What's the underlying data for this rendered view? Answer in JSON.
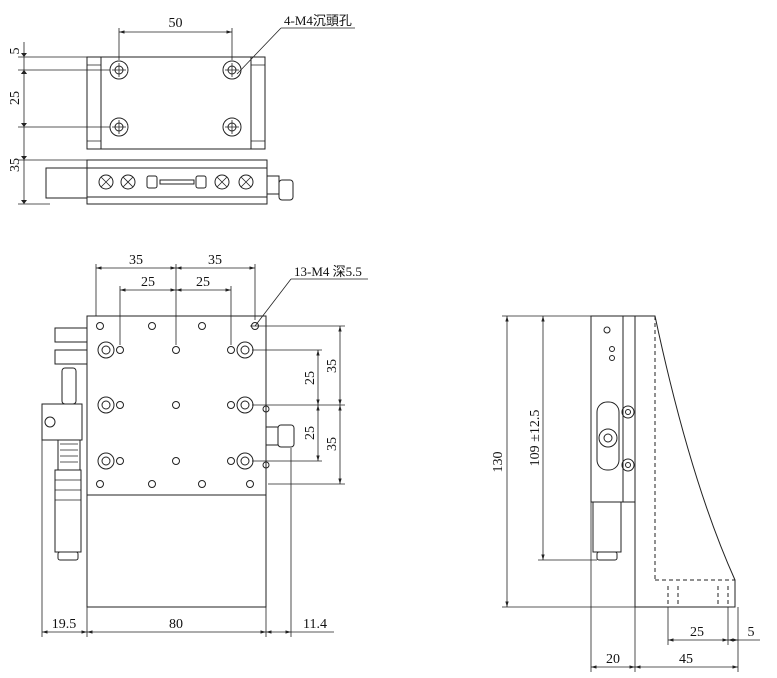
{
  "top_view": {
    "dim_width": "50",
    "dim_top_offset": "5",
    "dim_hole_pitch": "25",
    "dim_base_height": "35",
    "callout": "4-M4沉頭孔"
  },
  "front_view": {
    "dim_outer_left": "35",
    "dim_outer_right": "35",
    "dim_inner_left": "25",
    "dim_inner_right": "25",
    "dim_right_outer_upper": "35",
    "dim_right_inner_upper": "25",
    "dim_right_outer_lower": "35",
    "dim_right_inner_lower": "25",
    "dim_micrometer": "19.5",
    "dim_base_width": "80",
    "dim_knob": "11.4",
    "callout": "13-M4 深5.5"
  },
  "side_view": {
    "dim_total_height": "130",
    "dim_travel": "109 ±12.5",
    "dim_bottom_inner": "25",
    "dim_bottom_edge": "5",
    "dim_thickness": "20",
    "dim_bracket": "45"
  }
}
